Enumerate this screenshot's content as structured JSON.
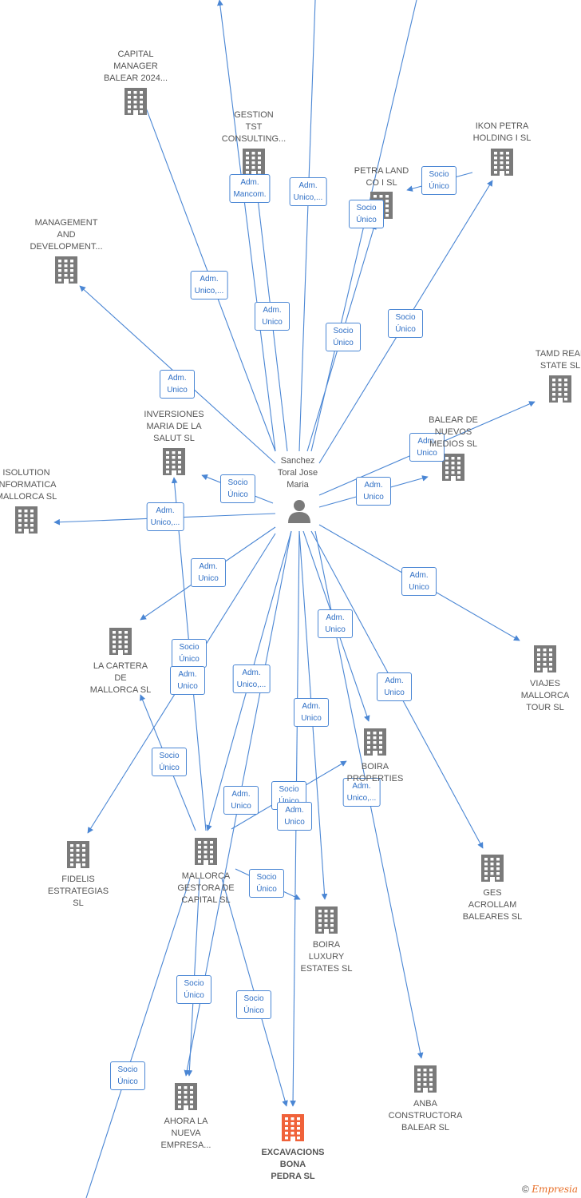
{
  "colors": {
    "edge": "#4a86d4",
    "node": "#7a7a7a",
    "highlight": "#f0623a",
    "text": "#555555"
  },
  "person": {
    "id": "p",
    "label": [
      "Sanchez",
      "Toral Jose",
      "Maria"
    ],
    "icon": "person-icon"
  },
  "nodes": [
    {
      "id": "capman",
      "label": [
        "CAPITAL",
        "MANAGER",
        "BALEAR 2024..."
      ]
    },
    {
      "id": "gestion",
      "label": [
        "GESTION",
        "TST",
        "CONSULTING..."
      ]
    },
    {
      "id": "petra",
      "label": [
        "PETRA LAND",
        "CO I  SL"
      ]
    },
    {
      "id": "ikon",
      "label": [
        "IKON PETRA",
        "HOLDING I  SL"
      ]
    },
    {
      "id": "mgmt",
      "label": [
        "MANAGEMENT",
        "AND",
        "DEVELOPMENT..."
      ]
    },
    {
      "id": "tamd",
      "label": [
        "TAMD REAL",
        "STATE  SL"
      ]
    },
    {
      "id": "invmaria",
      "label": [
        "INVERSIONES",
        "MARIA DE LA",
        "SALUT  SL"
      ]
    },
    {
      "id": "balear",
      "label": [
        "BALEAR DE",
        "NUEVOS",
        "MEDIOS  SL"
      ]
    },
    {
      "id": "isol",
      "label": [
        "ISOLUTION",
        "INFORMATICA",
        "MALLORCA SL"
      ]
    },
    {
      "id": "cartera",
      "label": [
        "LA CARTERA",
        "DE",
        "MALLORCA  SL"
      ]
    },
    {
      "id": "viajes",
      "label": [
        "VIAJES",
        "MALLORCA",
        "TOUR  SL"
      ]
    },
    {
      "id": "boiraprop",
      "label": [
        "BOIRA",
        "PROPERTIES"
      ]
    },
    {
      "id": "fidelis",
      "label": [
        "FIDELIS",
        "ESTRATEGIAS",
        "SL"
      ]
    },
    {
      "id": "mallorcag",
      "label": [
        "MALLORCA",
        "GESTORA DE",
        "CAPITAL  SL"
      ]
    },
    {
      "id": "ges",
      "label": [
        "GES",
        "ACROLLAM",
        "BALEARES SL"
      ]
    },
    {
      "id": "boiralux",
      "label": [
        "BOIRA",
        "LUXURY",
        "ESTATES  SL"
      ]
    },
    {
      "id": "anba",
      "label": [
        "ANBA",
        "CONSTRUCTORA",
        "BALEAR  SL"
      ]
    },
    {
      "id": "ahora",
      "label": [
        "AHORA LA",
        "NUEVA",
        "EMPRESA..."
      ]
    },
    {
      "id": "excav",
      "label": [
        "EXCAVACIONS",
        "BONA",
        "PEDRA  SL"
      ],
      "highlight": true
    }
  ],
  "edges": [
    {
      "from": "p",
      "to": "capman",
      "label": [
        "Adm.",
        "Unico,..."
      ]
    },
    {
      "from": "p",
      "to": "gestion",
      "label": [
        "Adm.",
        "Mancom."
      ]
    },
    {
      "from": "p",
      "to": "gestion",
      "label": [
        "Adm.",
        "Unico"
      ]
    },
    {
      "from": "p",
      "to": "off_top1",
      "label": [
        "Adm.",
        "Unico,..."
      ]
    },
    {
      "from": "p",
      "to": "petra",
      "label": [
        "Socio",
        "Único"
      ]
    },
    {
      "from": "p",
      "to": "off_top2",
      "label": [
        "Socio",
        "Único"
      ]
    },
    {
      "from": "ikon",
      "to": "petra",
      "label": [
        "Socio",
        "Único"
      ]
    },
    {
      "from": "p",
      "to": "ikon",
      "label": [
        "Socio",
        "Único"
      ]
    },
    {
      "from": "p",
      "to": "mgmt",
      "label": [
        "Adm.",
        "Unico"
      ]
    },
    {
      "from": "p",
      "to": "tamd",
      "label": [
        "Adm.",
        "Unico"
      ]
    },
    {
      "from": "p",
      "to": "balear",
      "label": [
        "Adm.",
        "Unico"
      ]
    },
    {
      "from": "p",
      "to": "invmaria",
      "label": [
        "Socio",
        "Único"
      ]
    },
    {
      "from": "p",
      "to": "isol",
      "label": [
        "Adm.",
        "Unico,..."
      ]
    },
    {
      "from": "p",
      "to": "cartera",
      "label": [
        "Adm.",
        "Unico"
      ]
    },
    {
      "from": "p",
      "to": "viajes",
      "label": [
        "Adm.",
        "Unico"
      ]
    },
    {
      "from": "mallorcag",
      "to": "invmaria",
      "label": [
        "Socio",
        "Único"
      ]
    },
    {
      "from": "p",
      "to": "fidelis",
      "label": [
        "Adm.",
        "Unico"
      ]
    },
    {
      "from": "p",
      "to": "mallorcag",
      "label": [
        "Adm.",
        "Unico,..."
      ]
    },
    {
      "from": "p",
      "to": "boiraprop",
      "label": [
        "Adm.",
        "Unico"
      ]
    },
    {
      "from": "p",
      "to": "ges",
      "label": [
        "Adm.",
        "Unico"
      ]
    },
    {
      "from": "p",
      "to": "boiralux",
      "label": [
        "Adm.",
        "Unico"
      ]
    },
    {
      "from": "mallorcag",
      "to": "cartera",
      "label": [
        "Socio",
        "Único"
      ]
    },
    {
      "from": "mallorcag",
      "to": "boiraprop",
      "label": [
        "Socio",
        "Único"
      ]
    },
    {
      "from": "p",
      "to": "ahora",
      "label": [
        "Adm.",
        "Unico"
      ]
    },
    {
      "from": "p",
      "to": "excav",
      "label": [
        "Adm.",
        "Unico"
      ]
    },
    {
      "from": "p",
      "to": "anba",
      "label": [
        "Adm.",
        "Unico,..."
      ]
    },
    {
      "from": "mallorcag",
      "to": "boiralux",
      "label": [
        "Socio",
        "Único"
      ]
    },
    {
      "from": "mallorcag",
      "to": "ahora",
      "label": [
        "Socio",
        "Único"
      ]
    },
    {
      "from": "mallorcag",
      "to": "excav",
      "label": [
        "Socio",
        "Único"
      ]
    },
    {
      "from": "mallorcag",
      "to": "off_bottom",
      "label": [
        "Socio",
        "Único"
      ]
    }
  ],
  "footer": {
    "copyright": "©",
    "brand": "Empresia"
  }
}
